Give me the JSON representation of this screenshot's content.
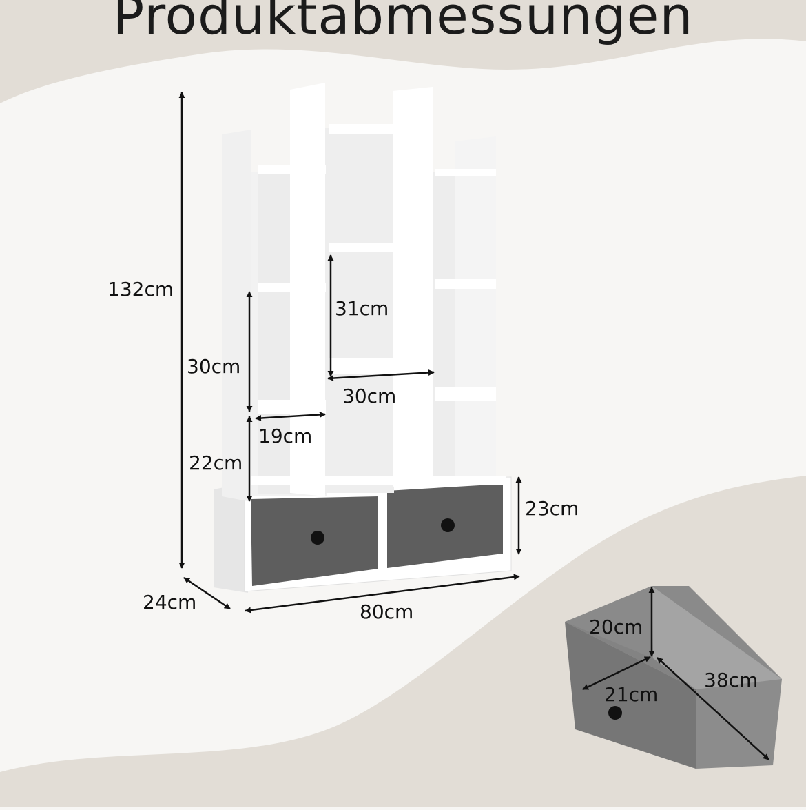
{
  "title": "Produktabmessungen",
  "colors": {
    "background": "#f7f6f4",
    "swoosh": "#e2ddd6",
    "shelf_white": "#ffffff",
    "shelf_shade": "#e9e9e9",
    "drawer_gray": "#5e5e5e",
    "dimension_line": "#111111"
  },
  "dimensions": {
    "total_height": "132cm",
    "compartment_31": "31cm",
    "compartment_30_height": "30cm",
    "compartment_30_width": "30cm",
    "compartment_19": "19cm",
    "compartment_22": "22cm",
    "drawer_height": "23cm",
    "depth": "24cm",
    "width": "80cm"
  },
  "storage_box": {
    "height": "20cm",
    "width": "21cm",
    "length": "38cm"
  }
}
